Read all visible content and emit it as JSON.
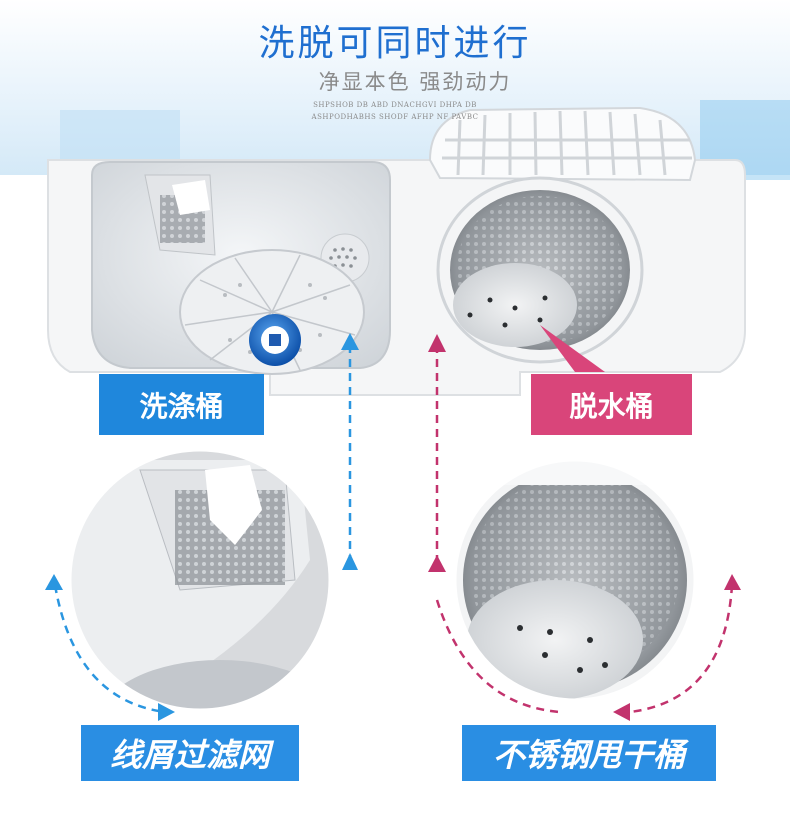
{
  "header": {
    "title": "洗脱可同时进行",
    "subtitle": "净显本色 强劲动力",
    "fine_print_line1": "SHPSHOB DB ABD DNACHGVI DHPA DB",
    "fine_print_line2": "ASHPODHABHS SHODF AFHP NF PAVBC"
  },
  "features": {
    "wash_tub": "洗涤桶",
    "spin_tub": "脱水桶",
    "lint_filter": "线屑过滤网",
    "steel_spin_tub": "不锈钢甩干桶"
  },
  "colors": {
    "title_blue": "#1f6fd0",
    "wash_blue": "#1f87dc",
    "spin_pink": "#d9457a",
    "badge_blue": "#2a8ee3",
    "arrow_blue": "#2a96e0",
    "arrow_pink": "#c2336d"
  }
}
